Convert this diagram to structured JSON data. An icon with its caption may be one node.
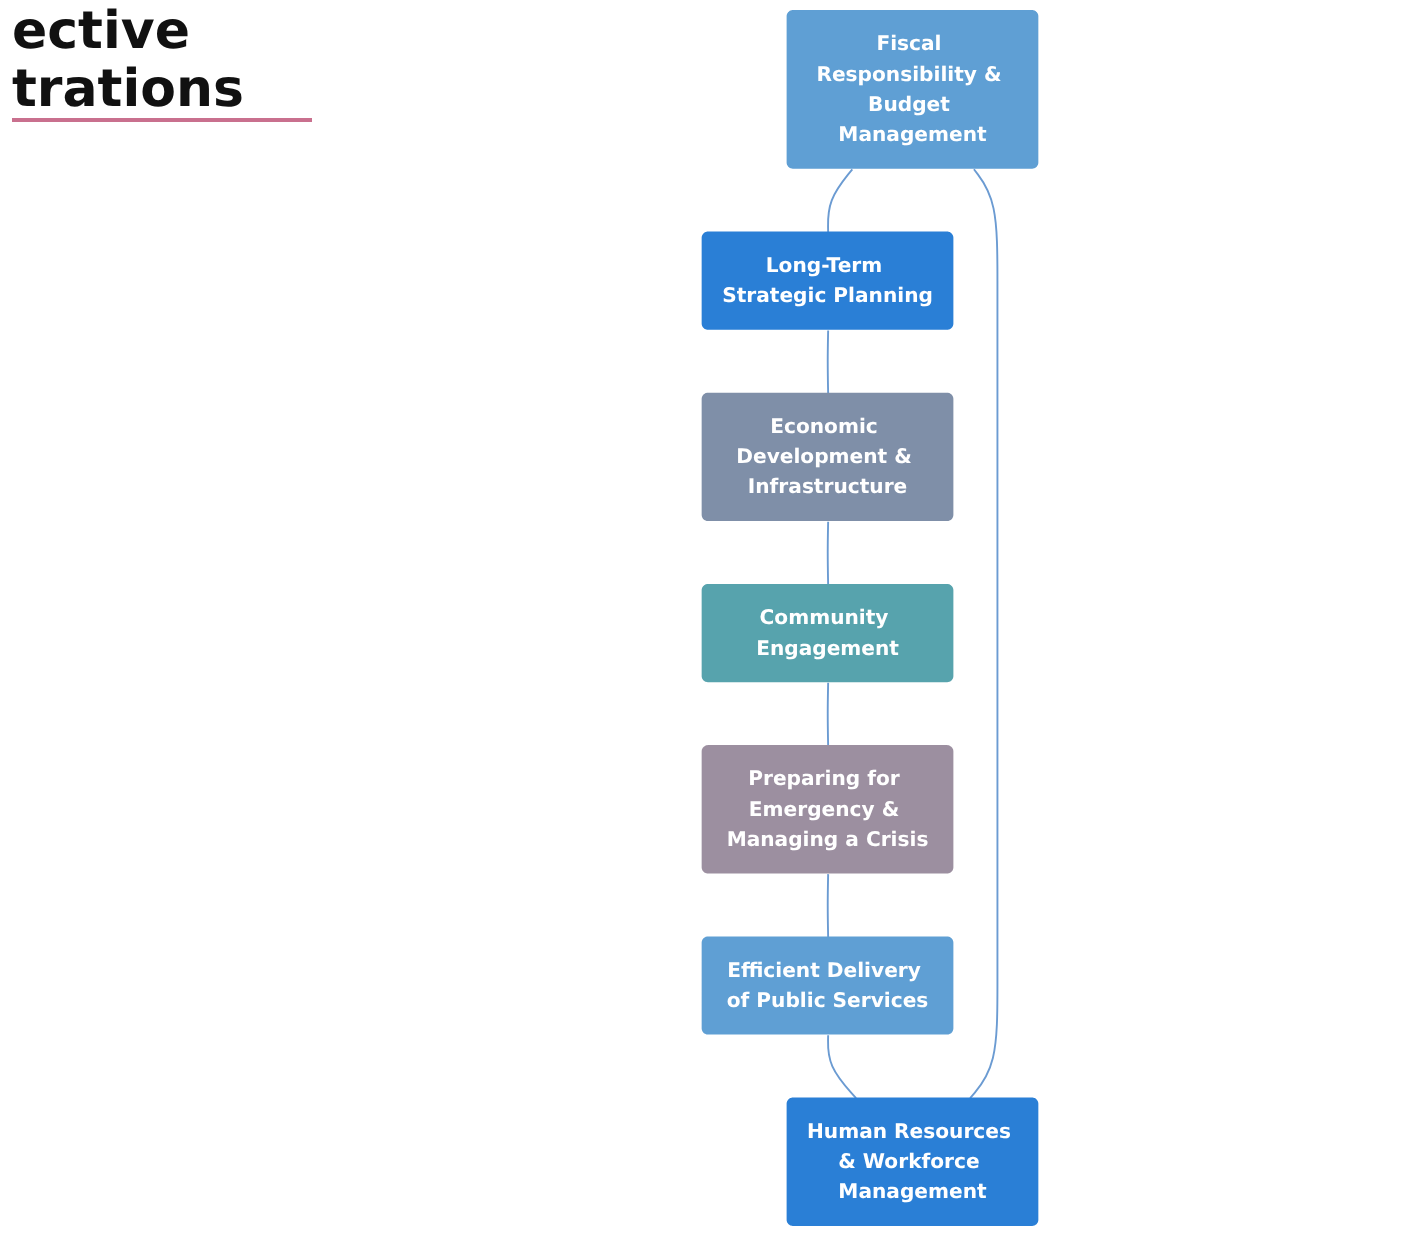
{
  "diagram": {
    "title": "ective trations",
    "nodes": [
      {
        "text": [
          "Fiscal Responsibility & Budget Management"
        ]
      },
      {
        "text": [
          "Human Resources & Workforce Management"
        ]
      },
      {
        "text": [
          "Long-Term Strategic Planning"
        ]
      },
      {
        "text": [
          "Efficient Delivery of Public Services"
        ]
      },
      {
        "text": [
          "Economic Development & Infrastructure"
        ]
      },
      {
        "text": [
          "Preparing for Emergency & Managing a Crisis"
        ]
      },
      {
        "text": [
          "Community Engagement"
        ]
      }
    ],
    "edges": [
      {
        "from": 0,
        "to": 2,
        "arrow": "none"
      },
      {
        "from": 2,
        "to": 4,
        "arrow": "none"
      },
      {
        "from": 4,
        "to": 6,
        "arrow": "none"
      },
      {
        "from": 6,
        "to": 5,
        "arrow": "none"
      },
      {
        "from": 5,
        "to": 3,
        "arrow": "none"
      },
      {
        "from": 3,
        "to": 1,
        "arrow": "none"
      },
      {
        "from": 1,
        "to": 0,
        "arrow": "none"
      }
    ]
  }
}
